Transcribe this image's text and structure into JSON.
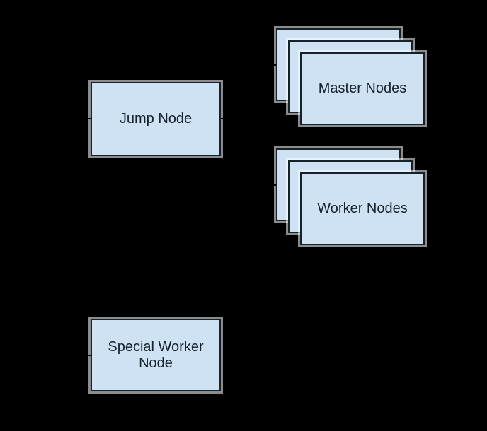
{
  "theme": {
    "canvas-bg": "#000000",
    "box-fill": "#cfe2f3",
    "box-stroke": "#15222a",
    "box-halo": "rgba(255,255,255,0.55)",
    "label-color": "#17222c",
    "connector-color": "#000000"
  },
  "nodes": {
    "jump": {
      "label": "Jump Node"
    },
    "master": {
      "label": "Master Nodes",
      "stack_count": 3
    },
    "worker": {
      "label": "Worker Nodes",
      "stack_count": 3
    },
    "special": {
      "label": "Special Worker Node"
    }
  },
  "edges": [
    {
      "from": "jump",
      "to": "master"
    },
    {
      "from": "jump",
      "to": "worker"
    },
    {
      "from": "jump",
      "to": "special"
    }
  ]
}
